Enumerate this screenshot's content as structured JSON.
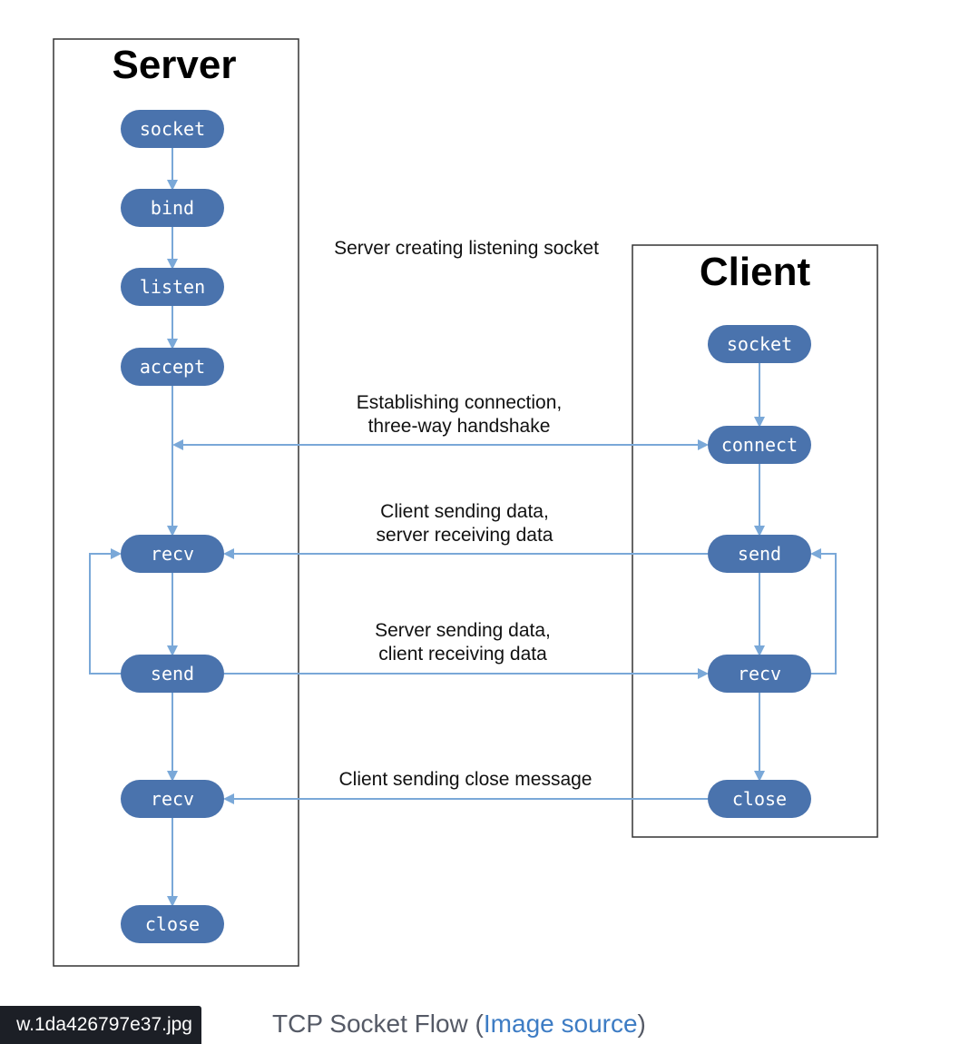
{
  "diagram": {
    "server": {
      "title": "Server",
      "nodes": [
        "socket",
        "bind",
        "listen",
        "accept",
        "recv",
        "send",
        "recv",
        "close"
      ]
    },
    "client": {
      "title": "Client",
      "nodes": [
        "socket",
        "connect",
        "send",
        "recv",
        "close"
      ]
    },
    "messages": [
      [
        "Server creating listening socket"
      ],
      [
        "Establishing connection,",
        "three-way handshake"
      ],
      [
        "Client sending data,",
        "server receiving data"
      ],
      [
        "Server sending data,",
        "client receiving data"
      ],
      [
        "Client sending close message"
      ]
    ],
    "colors": {
      "node_fill": "#4a73ad",
      "arrow": "#7aa8d8",
      "box_border": "#333333"
    }
  },
  "footer": {
    "filename": "w.1da426797e37.jpg",
    "caption_text": "TCP Socket Flow",
    "caption_open": " (",
    "caption_link": "Image source",
    "caption_close": ")"
  }
}
